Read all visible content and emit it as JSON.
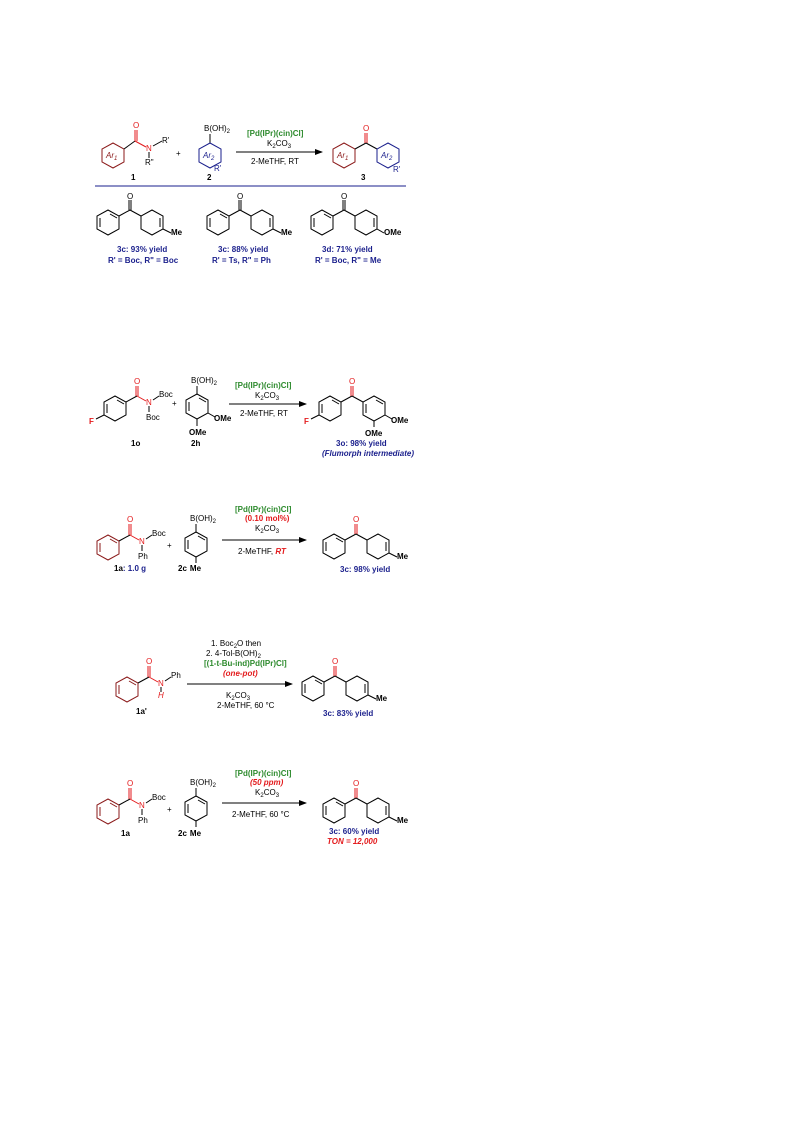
{
  "colors": {
    "ring_red": "#8b1a1a",
    "ring_blue": "#1a1f8c",
    "catalyst_green": "#2e8b2e",
    "highlight_red": "#e31a1c",
    "bond_black": "#000000"
  },
  "scheme1": {
    "ar1": "Ar",
    "ar1_sub": "1",
    "ar2": "Ar",
    "ar2_sub": "2",
    "r_prime": "R'",
    "r_dprime": "R\"",
    "n": "N",
    "o": "O",
    "boron": "B(OH)",
    "boron_sub": "2",
    "plus": "+",
    "catalyst": "[Pd(IPr)(cin)Cl]",
    "base": "K",
    "base_sub": "2",
    "base_end": "CO",
    "base_sub2": "3",
    "solvent": "2-MeTHF, RT",
    "label1": "1",
    "label2": "2",
    "label3": "3",
    "products": [
      {
        "id": "3c",
        "yield": ": 93% yield",
        "sub": "R' = Boc, R\" = Boc",
        "group": "Me"
      },
      {
        "id": "3c",
        "yield": ": 88% yield",
        "sub": "R' = Ts, R\" = Ph",
        "group": "Me"
      },
      {
        "id": "3d",
        "yield": ": 71% yield",
        "sub": "R' = Boc, R\" = Me",
        "group": "OMe"
      }
    ]
  },
  "scheme2": {
    "f": "F",
    "boc1": "Boc",
    "boc2": "Boc",
    "boron": "B(OH)",
    "boron_sub": "2",
    "ome1": "OMe",
    "ome2": "OMe",
    "catalyst": "[Pd(IPr)(cin)Cl]",
    "base": "K",
    "base_sub": "2",
    "base_end": "CO",
    "base_sub2": "3",
    "solvent": "2-MeTHF, RT",
    "label_sm1": "1o",
    "label_sm2": "2h",
    "product_id": "3o",
    "product_yield": ": 98% yield",
    "product_note": "(Flumorph intermediate)"
  },
  "scheme3": {
    "boc": "Boc",
    "ph": "Ph",
    "boron": "B(OH)",
    "boron_sub": "2",
    "catalyst": "[Pd(IPr)(cin)Cl]",
    "loading": "(0.10 mol%)",
    "base": "K",
    "base_sub": "2",
    "base_end": "CO",
    "base_sub2": "3",
    "solvent_pre": "2-MeTHF, ",
    "solvent_rt": "RT",
    "label_sm1": "1a",
    "label_sm1_amount": ": 1.0 g",
    "label_sm2": "2c",
    "label_sm2_me": "Me",
    "product_group": "Me",
    "product_id": "3c",
    "product_yield": ": 98% yield"
  },
  "scheme4": {
    "step1": "1. Boc",
    "step1_sub": "2",
    "step1_end": "O then",
    "step2": "2. 4-Tol-B(OH)",
    "step2_sub": "2",
    "catalyst": "[(1-t-Bu-ind)Pd(IPr)Cl]",
    "onepot": "(one-pot)",
    "base": "K",
    "base_sub": "2",
    "base_end": "CO",
    "base_sub2": "3",
    "solvent": "2-MeTHF, 60 °C",
    "ph": "Ph",
    "h": "H",
    "label_sm": "1a'",
    "product_group": "Me",
    "product_id": "3c",
    "product_yield": ": 83% yield"
  },
  "scheme5": {
    "boc": "Boc",
    "ph": "Ph",
    "boron": "B(OH)",
    "boron_sub": "2",
    "catalyst": "[Pd(IPr)(cin)Cl]",
    "loading": "(50 ppm)",
    "base": "K",
    "base_sub": "2",
    "base_end": "CO",
    "base_sub2": "3",
    "solvent": "2-MeTHF, 60 °C",
    "label_sm1": "1a",
    "label_sm2": "2c",
    "label_sm2_me": "Me",
    "product_group": "Me",
    "product_id": "3c",
    "product_yield": ": 60% yield",
    "ton": "TON = 12,000"
  }
}
